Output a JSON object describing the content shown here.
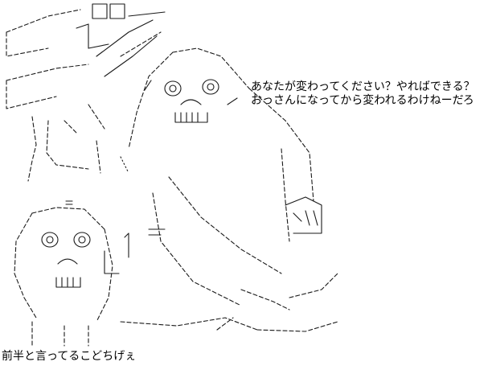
{
  "dialogue": {
    "line_1": "あなたが変わってください？やればできる？",
    "line_2": "おっさんになってから変われるわけねーだろ"
  },
  "caption": "前半と言ってるこどちげぇ"
}
